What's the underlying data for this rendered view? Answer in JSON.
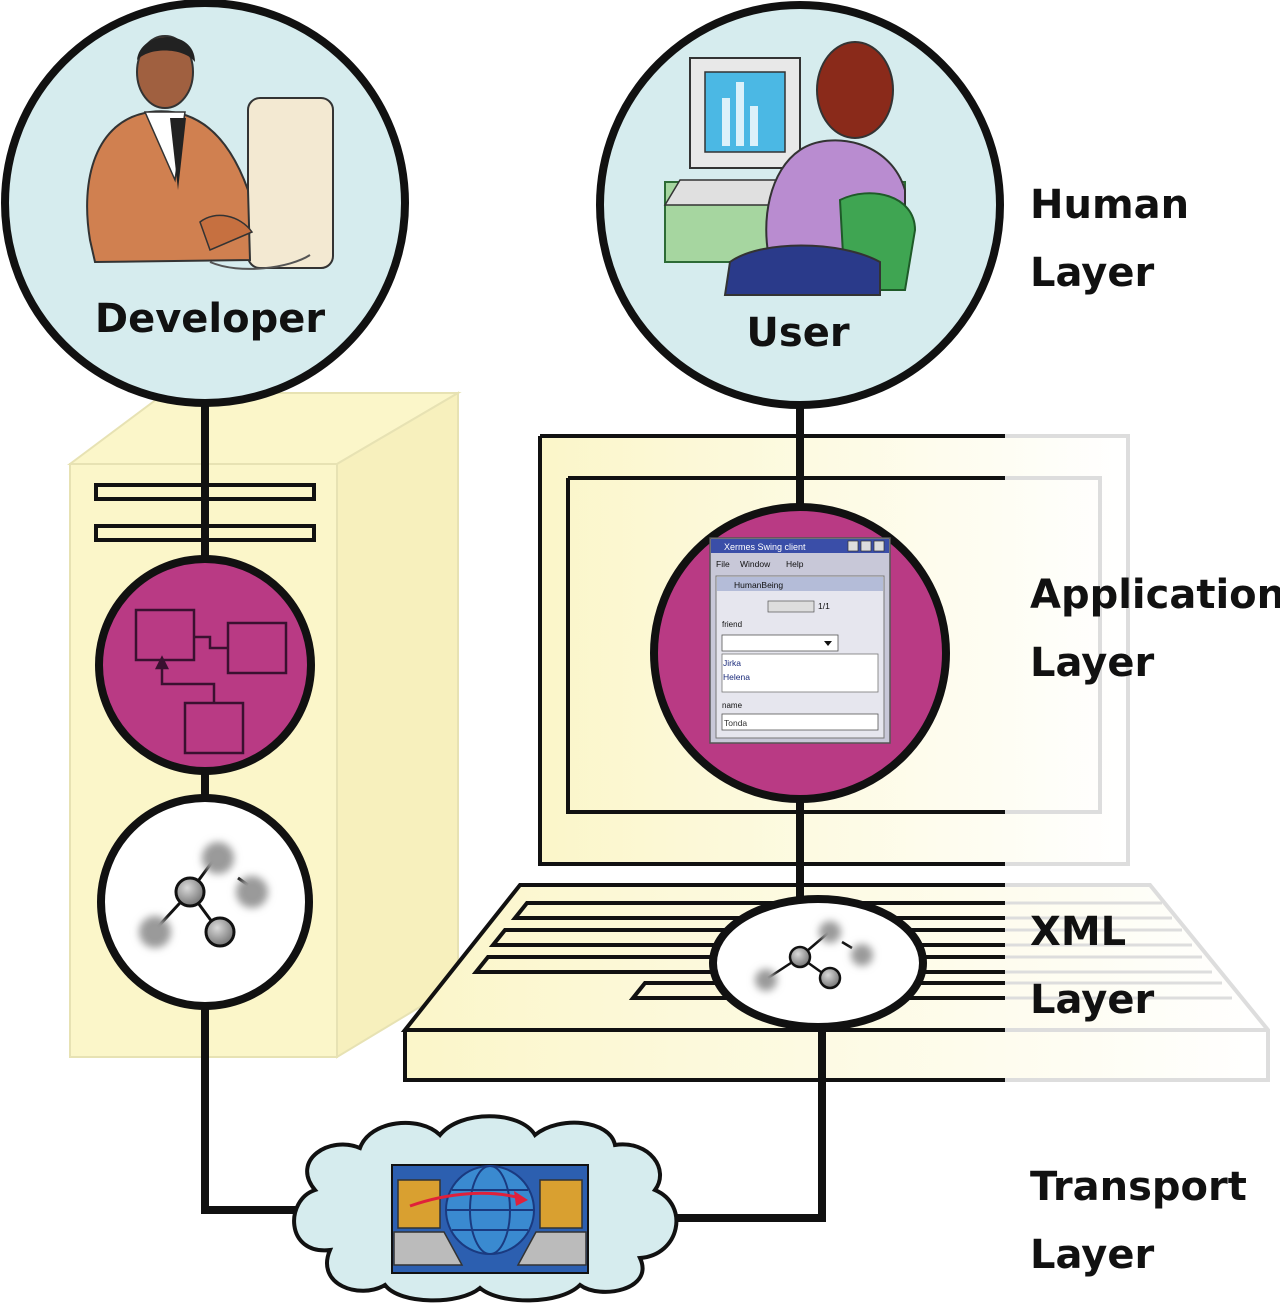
{
  "actors": {
    "developer": "Developer",
    "user": "User"
  },
  "layers": [
    {
      "line1": "Human",
      "line2": "Layer"
    },
    {
      "line1": "Application",
      "line2": "Layer"
    },
    {
      "line1": "XML",
      "line2": "Layer"
    },
    {
      "line1": "Transport",
      "line2": "Layer"
    }
  ],
  "app_window": {
    "title": "Xermes Swing client",
    "menu": [
      "File",
      "Window",
      "Help"
    ],
    "inner_title": "HumanBeing",
    "pager": "1/1",
    "group1": "friend",
    "list_items": [
      "Jirka",
      "Helena"
    ],
    "group2": "name",
    "name_value": "Tonda"
  },
  "colors": {
    "circle_fill": "#d6ecee",
    "magenta": "#b93a84",
    "machine_fill": "#fbf6c9",
    "line": "#111111"
  }
}
